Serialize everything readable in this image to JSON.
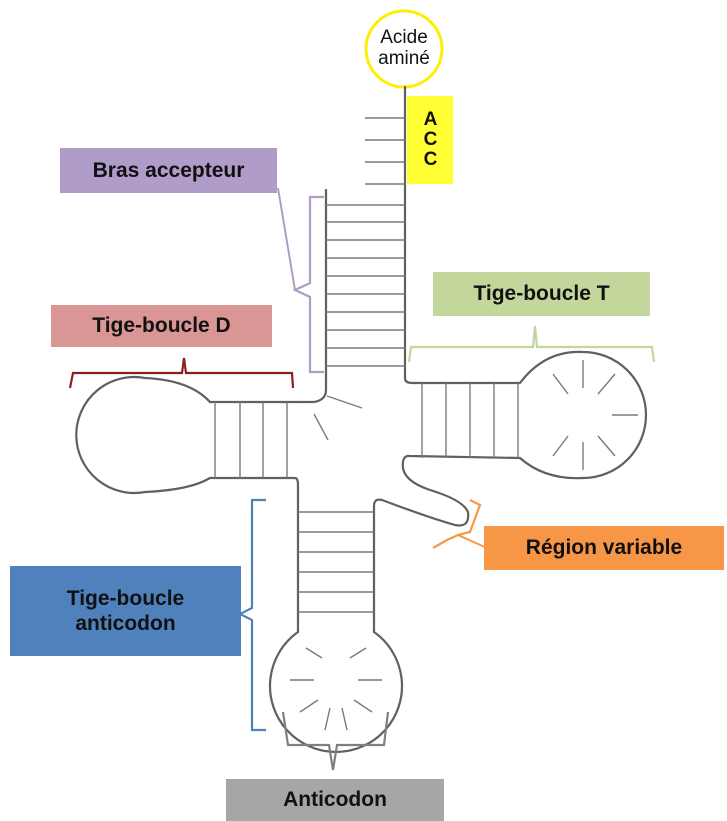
{
  "amino_acid": {
    "line1": "Acide",
    "line2": "aminé"
  },
  "acc_sequence": [
    "A",
    "C",
    "C"
  ],
  "labels": {
    "acceptor_arm": "Bras accepteur",
    "d_arm": "Tige-boucle D",
    "t_arm": "Tige-boucle T",
    "variable_region": "Région variable",
    "anticodon_arm_line1": "Tige-boucle",
    "anticodon_arm_line2": "anticodon",
    "anticodon": "Anticodon"
  },
  "colors": {
    "acceptor_arm": "#b09cc9",
    "d_arm": "#d99694",
    "d_arm_bracket": "#8b2020",
    "t_arm": "#c3d69b",
    "variable_region": "#f79646",
    "anticodon_arm": "#4f81bd",
    "anticodon": "#a6a6a6",
    "anticodon_bracket": "#7f7f7f",
    "acc_box": "#ffff33",
    "amino_acid_circle": "#ffee00",
    "molecule_outline": "#606060"
  }
}
